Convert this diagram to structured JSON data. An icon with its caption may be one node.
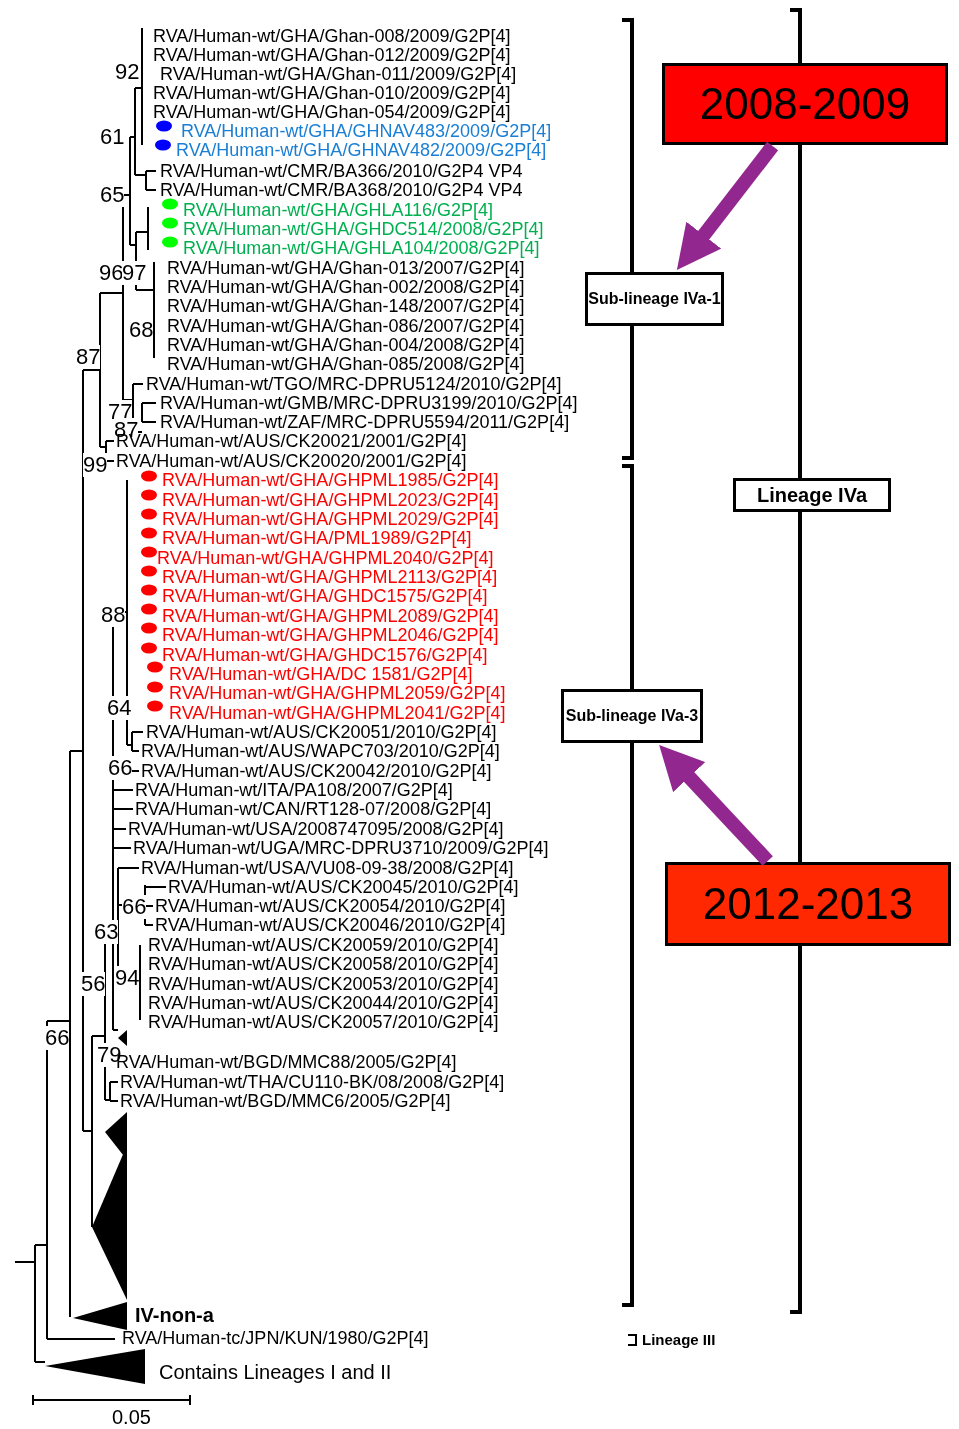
{
  "diagram": {
    "nodes": [
      {
        "text": [
          "2008-2009"
        ]
      },
      {
        "text": [
          "Sub-lineage IVa-1"
        ]
      },
      {
        "text": [
          "Lineage IVa"
        ]
      },
      {
        "text": [
          "Sub-lineage IVa-3"
        ]
      },
      {
        "text": [
          "2012-2013"
        ]
      }
    ],
    "edges": [
      {
        "from": 0,
        "to": 1,
        "arrow": "to"
      },
      {
        "from": 4,
        "to": 3,
        "arrow": "to"
      }
    ],
    "labels": [
      "RVA/Human-wt/GHA/Ghan-008/2009/G2P[4]",
      "RVA/Human-wt/GHA/Ghan-012/2009/G2P[4]",
      "92",
      "RVA/Human-wt/GHA/Ghan-011/2009/G2P[4]",
      "RVA/Human-wt/GHA/Ghan-010/2009/G2P[4]",
      "RVA/Human-wt/GHA/Ghan-054/2009/G2P[4]",
      "61",
      "RVA/Human-wt/GHA/GHNAV483/2009/G2P[4]",
      "RVA/Human-wt/GHA/GHNAV482/2009/G2P[4]",
      "RVA/Human-wt/CMR/BA366/2010/G2P4 VP4",
      "65",
      "RVA/Human-wt/CMR/BA368/2010/G2P4 VP4",
      "RVA/Human-wt/GHA/GHLA116/G2P[4]",
      "RVA/Human-wt/GHA/GHDC514/2008/G2P[4]",
      "RVA/Human-wt/GHA/GHLA104/2008/G2P[4]",
      "96",
      "97",
      "RVA/Human-wt/GHA/Ghan-013/2007/G2P[4]",
      "RVA/Human-wt/GHA/Ghan-002/2008/G2P[4]",
      "RVA/Human-wt/GHA/Ghan-148/2007/G2P[4]",
      "68",
      "RVA/Human-wt/GHA/Ghan-086/2007/G2P[4]",
      "RVA/Human-wt/GHA/Ghan-004/2008/G2P[4]",
      "87",
      "RVA/Human-wt/GHA/Ghan-085/2008/G2P[4]",
      "RVA/Human-wt/TGO/MRC-DPRU5124/2010/G2P[4]",
      "77",
      "RVA/Human-wt/GMB/MRC-DPRU3199/2010/G2P[4]",
      "87",
      "RVA/Human-wt/ZAF/MRC-DPRU5594/2011/G2P[4]",
      "RVA/Human-wt/AUS/CK20021/2001/G2P[4]",
      "99",
      "RVA/Human-wt/AUS/CK20020/2001/G2P[4]",
      "RVA/Human-wt/GHA/GHPML1985/G2P[4]",
      "RVA/Human-wt/GHA/GHPML2023/G2P[4]",
      "RVA/Human-wt/GHA/GHPML2029/G2P[4]",
      "RVA/Human-wt/GHA/PML1989/G2P[4]",
      "RVA/Human-wt/GHA/GHPML2040/G2P[4]",
      "RVA/Human-wt/GHA/GHPML2113/G2P[4]",
      "RVA/Human-wt/GHA/GHDC1575/G2P[4]",
      "88",
      "RVA/Human-wt/GHA/GHPML2089/G2P[4]",
      "RVA/Human-wt/GHA/GHPML2046/G2P[4]",
      "RVA/Human-wt/GHA/GHDC1576/G2P[4]",
      "RVA/Human-wt/GHA/DC 1581/G2P[4]",
      "RVA/Human-wt/GHA/GHPML2059/G2P[4]",
      "64",
      "RVA/Human-wt/GHA/GHPML2041/G2P[4]",
      "RVA/Human-wt/AUS/CK20051/2010/G2P[4]",
      "RVA/Human-wt/AUS/WAPC703/2010/G2P[4]",
      "66",
      "RVA/Human-wt/AUS/CK20042/2010/G2P[4]",
      "RVA/Human-wt/ITA/PA108/2007/G2P[4]",
      "RVA/Human-wt/CAN/RT128-07/2008/G2P[4]",
      "RVA/Human-wt/USA/2008747095/2008/G2P[4]",
      "RVA/Human-wt/UGA/MRC-DPRU3710/2009/G2P[4]",
      "RVA/Human-wt/USA/VU08-09-38/2008/G2P[4]",
      "RVA/Human-wt/AUS/CK20045/2010/G2P[4]",
      "66",
      "RVA/Human-wt/AUS/CK20054/2010/G2P[4]",
      "63",
      "RVA/Human-wt/AUS/CK20046/2010/G2P[4]",
      "RVA/Human-wt/AUS/CK20059/2010/G2P[4]",
      "RVA/Human-wt/AUS/CK20058/2010/G2P[4]",
      "94",
      "56",
      "RVA/Human-wt/AUS/CK20053/2010/G2P[4]",
      "RVA/Human-wt/AUS/CK20044/2010/G2P[4]",
      "RVA/Human-wt/AUS/CK20057/2010/G2P[4]",
      "66",
      "79",
      "RVA/Human-wt/BGD/MMC88/2005/G2P[4]",
      "RVA/Human-wt/THA/CU110-BK/08/2008/G2P[4]",
      "RVA/Human-wt/BGD/MMC6/2005/G2P[4]",
      "IV-non-a",
      "RVA/Human-tc/JPN/KUN/1980/G2P[4]",
      "Lineage III",
      "Contains Lineages I and II",
      "0.05"
    ]
  }
}
